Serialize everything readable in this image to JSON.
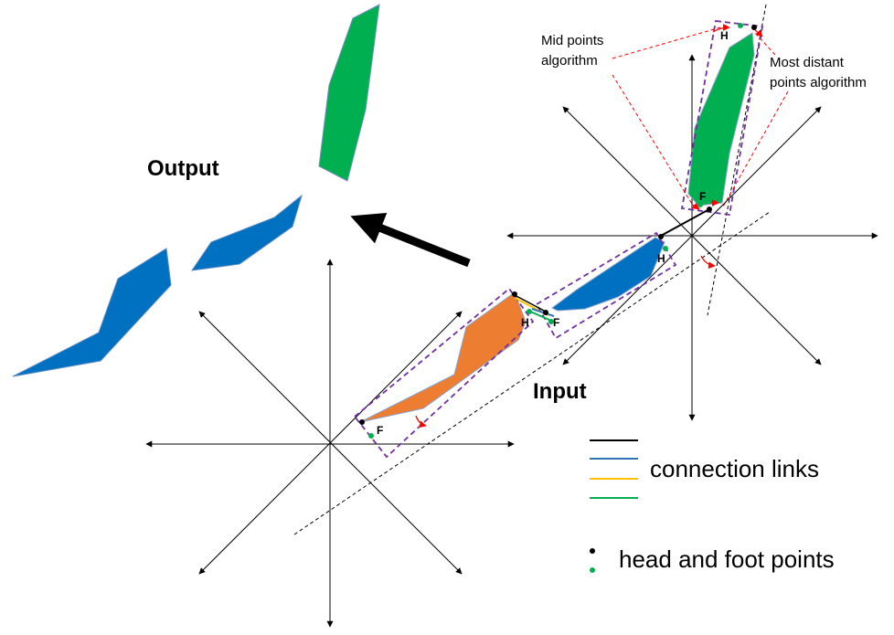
{
  "labels": {
    "output": "Output",
    "input": "Input",
    "mid_points_line1": "Mid points",
    "mid_points_line2": "algorithm",
    "most_distant_line1": "Most distant",
    "most_distant_line2": "points algorithm",
    "head_marker": "H",
    "foot_marker": "F"
  },
  "legend": {
    "connection_links": "connection links",
    "head_and_foot_points": "head and foot points",
    "link_colors": [
      "#000000",
      "#2e75b6",
      "#ffc000",
      "#00b050"
    ],
    "point_colors": [
      "#000000",
      "#00b050"
    ]
  },
  "colors": {
    "green_shape": "#00b050",
    "blue_shape": "#0070c0",
    "orange_shape": "#ed7d31",
    "bounding_box": "#7030a0",
    "rotation_arrow": "#ff0000",
    "callout_line": "#ff0000"
  }
}
